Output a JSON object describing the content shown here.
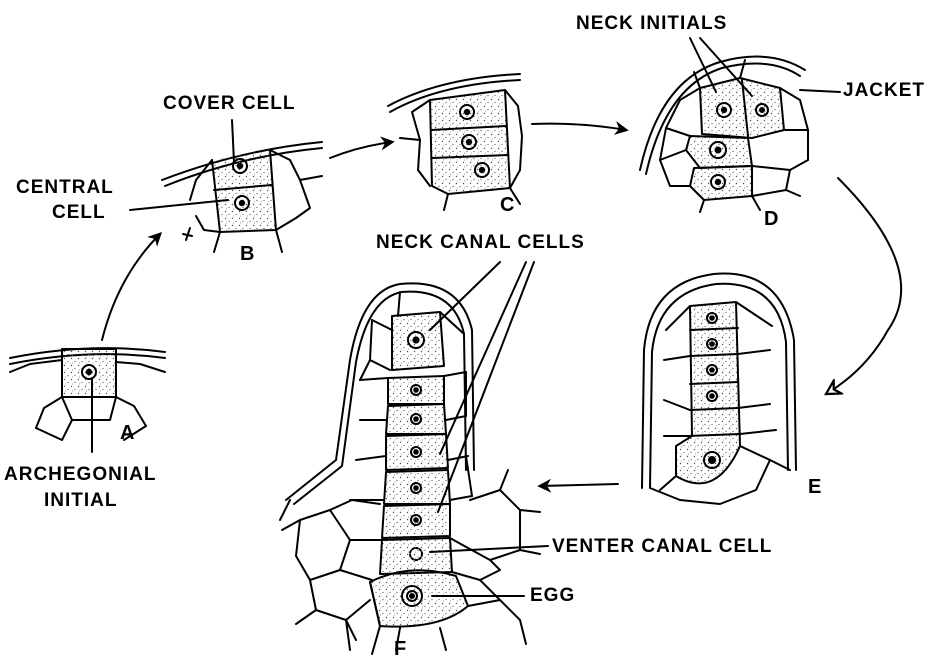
{
  "labels": {
    "cover_cell": "COVER CELL",
    "central_cell_1": "CENTRAL",
    "central_cell_2": "CELL",
    "neck_initials": "NECK INITIALS",
    "jacket": "JACKET",
    "neck_canal_cells": "NECK CANAL CELLS",
    "archegonial_initial_1": "ARCHEGONIAL",
    "archegonial_initial_2": "INITIAL",
    "venter_canal_cell": "VENTER CANAL CELL",
    "egg": "EGG"
  },
  "stages": [
    "A",
    "B",
    "C",
    "D",
    "E",
    "F"
  ],
  "colors": {
    "ink": "#000000",
    "stipple": "#555555",
    "background": "#ffffff"
  }
}
